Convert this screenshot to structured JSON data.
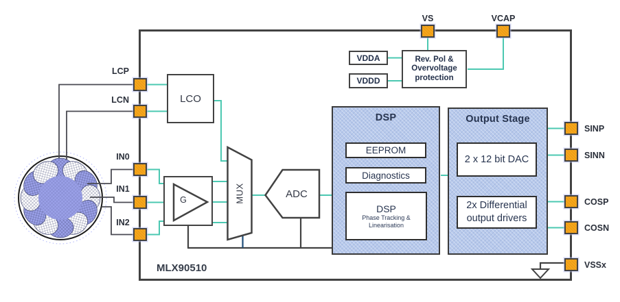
{
  "chip": {
    "name": "MLX90510"
  },
  "pins": {
    "top": [
      {
        "label": "VS"
      },
      {
        "label": "VCAP"
      }
    ],
    "left": [
      {
        "label": "LCP"
      },
      {
        "label": "LCN"
      },
      {
        "label": "IN0"
      },
      {
        "label": "IN1"
      },
      {
        "label": "IN2"
      }
    ],
    "right": [
      {
        "label": "SINP"
      },
      {
        "label": "SINN"
      },
      {
        "label": "COSP"
      },
      {
        "label": "COSN"
      },
      {
        "label": "VSSx"
      }
    ]
  },
  "blocks": {
    "lco": {
      "label": "LCO"
    },
    "amplifier": {
      "label": "G"
    },
    "mux": {
      "label": "MUX"
    },
    "adc": {
      "label": "ADC"
    },
    "vdda": {
      "label": "VDDA"
    },
    "vddd": {
      "label": "VDDD"
    },
    "protection": {
      "line1": "Rev. Pol &",
      "line2": "Overvoltage",
      "line3": "protection"
    },
    "dsp": {
      "title": "DSP",
      "eeprom": "EEPROM",
      "diagnostics": "Diagnostics",
      "core_title": "DSP",
      "core_line1": "Phase Tracking &",
      "core_line2": "Linearisation"
    },
    "output_stage": {
      "title": "Output Stage",
      "dac": "2 x 12 bit DAC",
      "drivers_line1": "2x Differential",
      "drivers_line2": "output drivers"
    }
  },
  "colors": {
    "pin_fill": "#F7A61B",
    "wire_teal": "#4BC8B1",
    "block_blue": "#B7C9EC",
    "border_dark": "#424242",
    "wire_navy": "#1F4E79",
    "coil_purple": "#9AA0E8"
  }
}
